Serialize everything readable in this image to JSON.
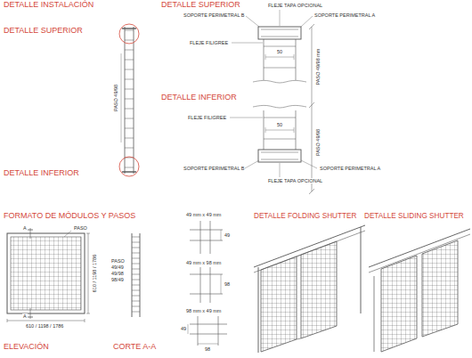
{
  "diagram": {
    "labels": [
      "DETALLE INSTALACIÓN",
      "DETALLE SUPERIOR",
      "PASO 49/98",
      "DETALLE INFERIOR",
      "DETALLE SUPERIOR",
      "FLEJE TAPA OPCIONAL",
      "SOPORTE PERIMETRAL B",
      "SOPORTE PERIMETRAL A",
      "FLEJE FILIGREE",
      "50",
      "PASO 49/98 mm",
      "DETALLE INFERIOR",
      "FLEJE FILIGREE",
      "50",
      "PASO 49/98",
      "SOPORTE PERIMETRAL B",
      "SOPORTE PERIMETRAL A",
      "FLEJE TAPA OPCIONAL",
      "FORMATO DE MÓDULOS Y PASOS",
      "A",
      "PASO",
      "610 / 1198 / 1786",
      "A",
      "610 / 1198 / 1786",
      "ELEVACIÓN",
      "PASO",
      "49/49",
      "49/98",
      "98/49",
      "CORTE A-A",
      "49 mm x 49 mm",
      "49",
      "49 mm x 98 mm",
      "98",
      "98 mm x 49 mm",
      "49",
      "98",
      "DETALLE FOLDING SHUTTER",
      "DETALLE SLIDING SHUTTER"
    ]
  }
}
